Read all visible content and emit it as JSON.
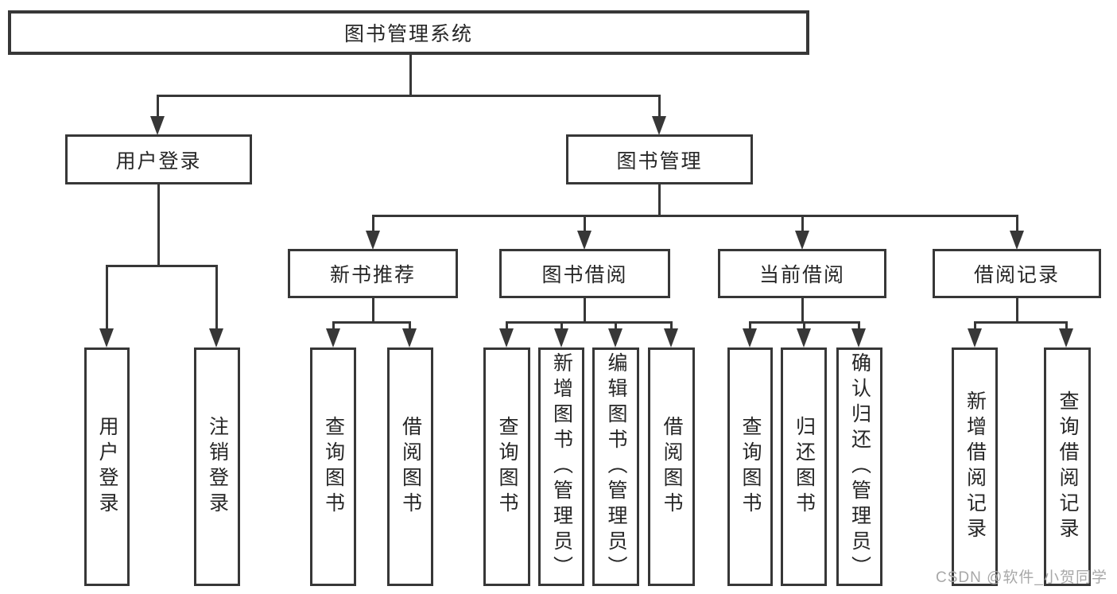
{
  "diagram": {
    "root": {
      "label": "图书管理系统"
    },
    "branches": [
      {
        "label": "用户登录",
        "children": [
          {
            "label": "用户登录"
          },
          {
            "label": "注销登录"
          }
        ]
      },
      {
        "label": "图书管理",
        "children": [
          {
            "label": "新书推荐",
            "children": [
              {
                "label": "查询图书"
              },
              {
                "label": "借阅图书"
              }
            ]
          },
          {
            "label": "图书借阅",
            "children": [
              {
                "label": "查询图书"
              },
              {
                "label": "新增图书（管理员）"
              },
              {
                "label": "编辑图书（管理员）"
              },
              {
                "label": "借阅图书"
              }
            ]
          },
          {
            "label": "当前借阅",
            "children": [
              {
                "label": "查询图书"
              },
              {
                "label": "归还图书"
              },
              {
                "label": "确认归还（管理员）"
              }
            ]
          },
          {
            "label": "借阅记录",
            "children": [
              {
                "label": "新增借阅记录"
              },
              {
                "label": "查询借阅记录"
              }
            ]
          }
        ]
      }
    ]
  },
  "watermark": {
    "text": "CSDN @软件_小贺同学"
  },
  "colors": {
    "line": "#373737",
    "text": "#262626",
    "background": "#ffffff",
    "watermark": "#a8a8a8"
  }
}
